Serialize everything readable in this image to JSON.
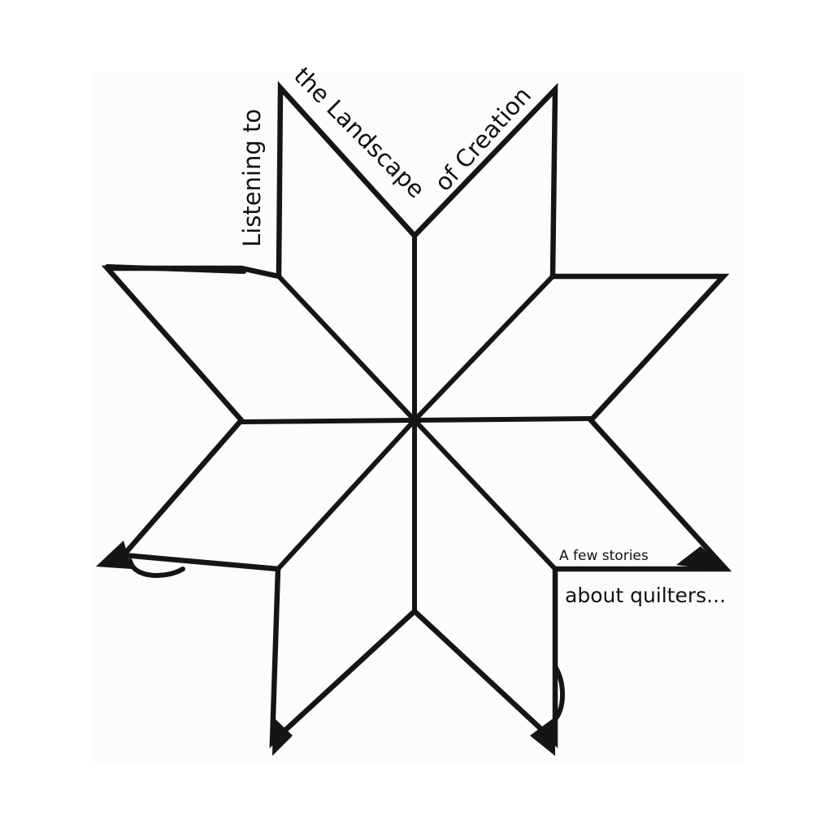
{
  "title": {
    "line1": "Listening to",
    "line2": "the Landscape",
    "line3": "of Creation"
  },
  "subtitle": {
    "line1": "A few stories",
    "line2": "about quilters..."
  },
  "colors": {
    "background": "#ffffff",
    "ink": "#151515"
  },
  "motif": "eight-pointed-star-quilt-block"
}
